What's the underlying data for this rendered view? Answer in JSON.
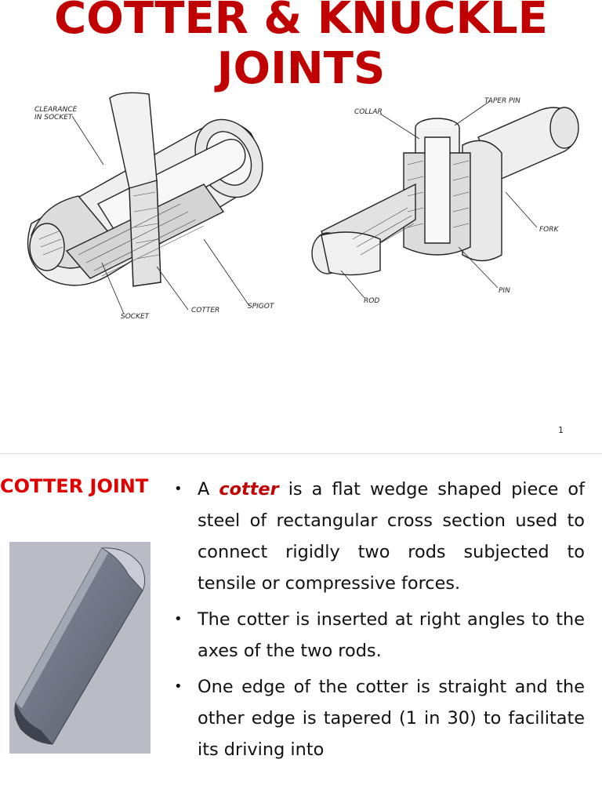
{
  "slide1": {
    "title_line1": "COTTER & KNUCKLE",
    "title_line2": "JOINTS",
    "page_number": "1",
    "cotter_figure_labels": {
      "clearance_1": "CLEARANCE",
      "clearance_2": "IN SOCKET",
      "socket": "SOCKET",
      "cotter": "COTTER",
      "spigot": "SPIGOT"
    },
    "knuckle_figure_labels": {
      "collar": "COLLAR",
      "taper_pin": "TAPER PIN",
      "fork": "FORK",
      "pin": "PIN",
      "rod": "ROD"
    }
  },
  "slide2": {
    "heading": "COTTER JOINT",
    "bullet_glyph": "•",
    "bullet1": {
      "prefix": "A",
      "highlight": "cotter",
      "suffix": "is a flat wedge shaped piece of steel of rectangular cross section used to connect rigidly two rods subjected to tensile or compressive forces."
    },
    "bullet2": "The cotter is inserted at right angles to the axes of the two rods.",
    "bullet3": "One edge of the cotter is straight and the other edge is tapered (1 in 30) to facilitate its driving into"
  },
  "colors": {
    "title_red": "#c00000",
    "heading_red": "#e00000",
    "photo_bg": "#b9bcc4",
    "cotter_metal": "#6e7484"
  }
}
